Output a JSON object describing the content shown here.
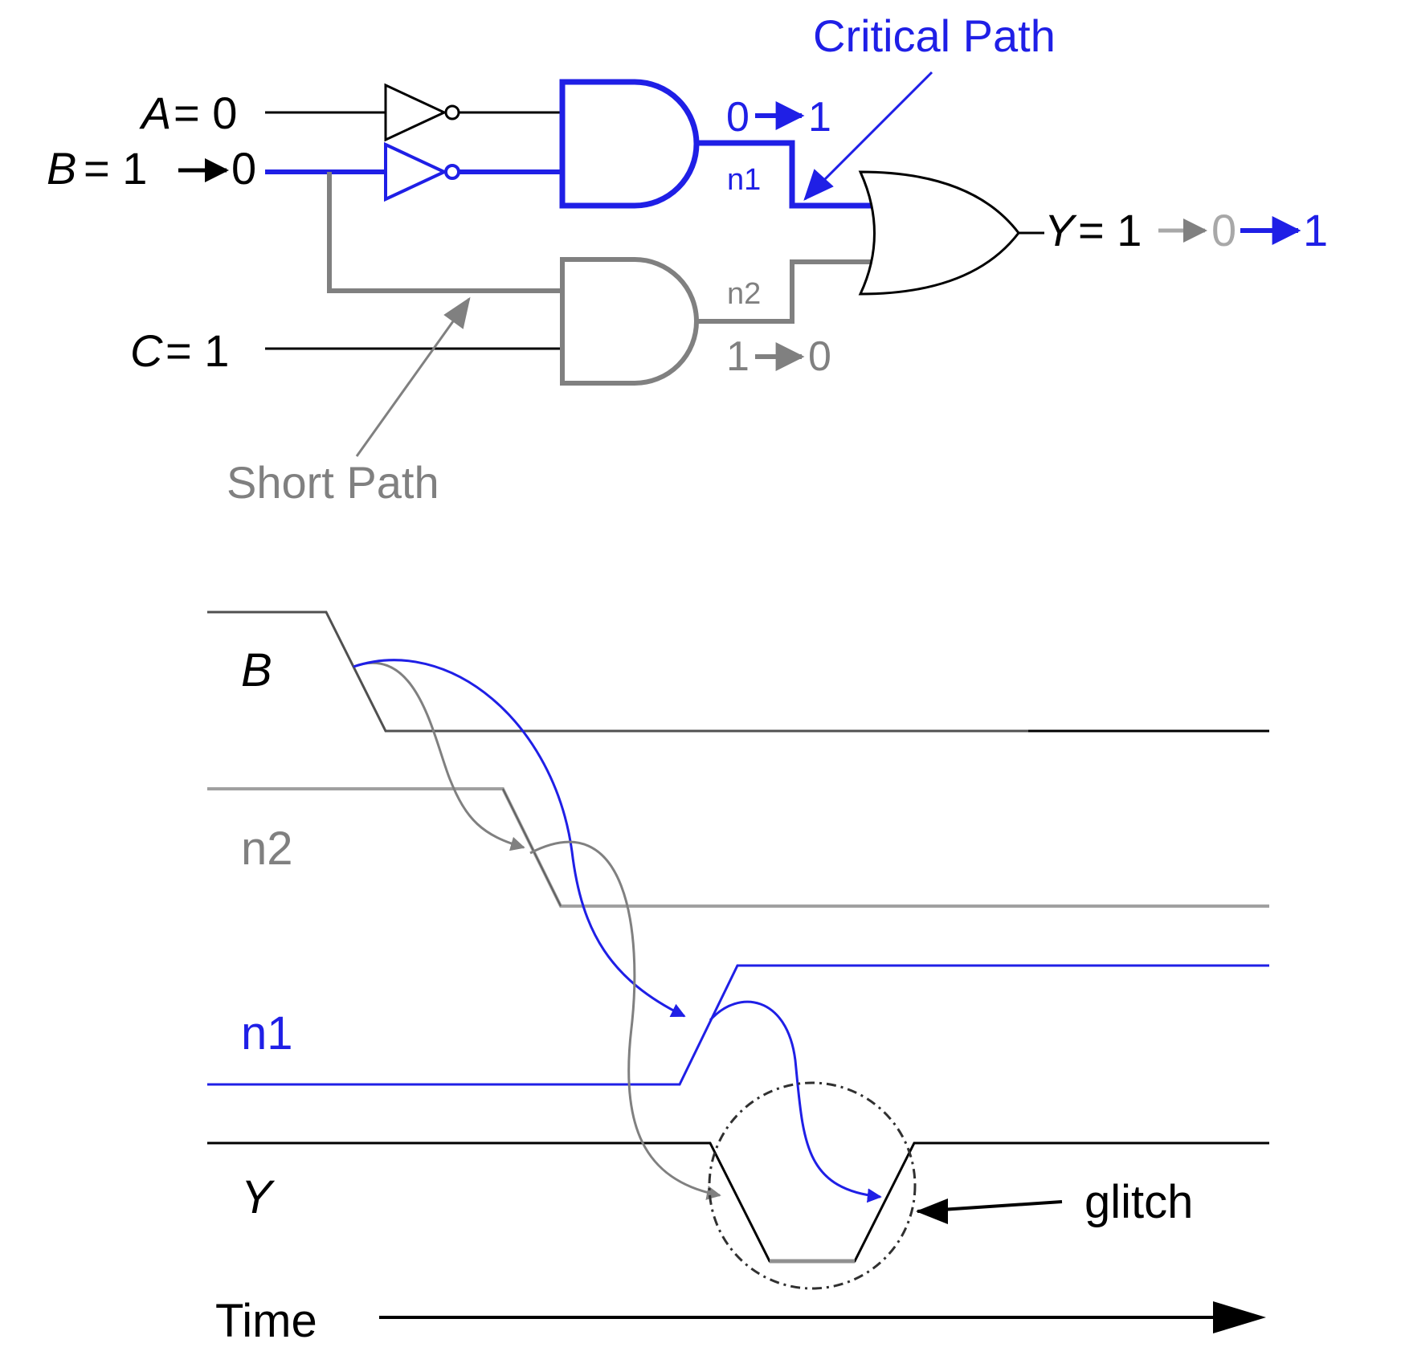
{
  "colors": {
    "black": "#000000",
    "blue": "#1f1fe6",
    "gray": "#808080",
    "lightgray": "#a8a8a8"
  },
  "circuit": {
    "inputs": {
      "a": {
        "name": "A",
        "value": "= 0"
      },
      "b": {
        "name": "B",
        "value": "= 1",
        "to": "0"
      },
      "c": {
        "name": "C",
        "value": "= 1"
      }
    },
    "n1": {
      "label": "n1",
      "from": "0",
      "to": "1"
    },
    "n2": {
      "label": "n2",
      "from": "1",
      "to": "0"
    },
    "output": {
      "name": "Y",
      "value": "= 1",
      "mid": "0",
      "to": "1"
    },
    "critical_path_label": "Critical Path",
    "short_path_label": "Short Path"
  },
  "timing": {
    "signals": {
      "b": "B",
      "n2": "n2",
      "n1": "n1",
      "y": "Y"
    },
    "time_label": "Time",
    "glitch_label": "glitch"
  }
}
